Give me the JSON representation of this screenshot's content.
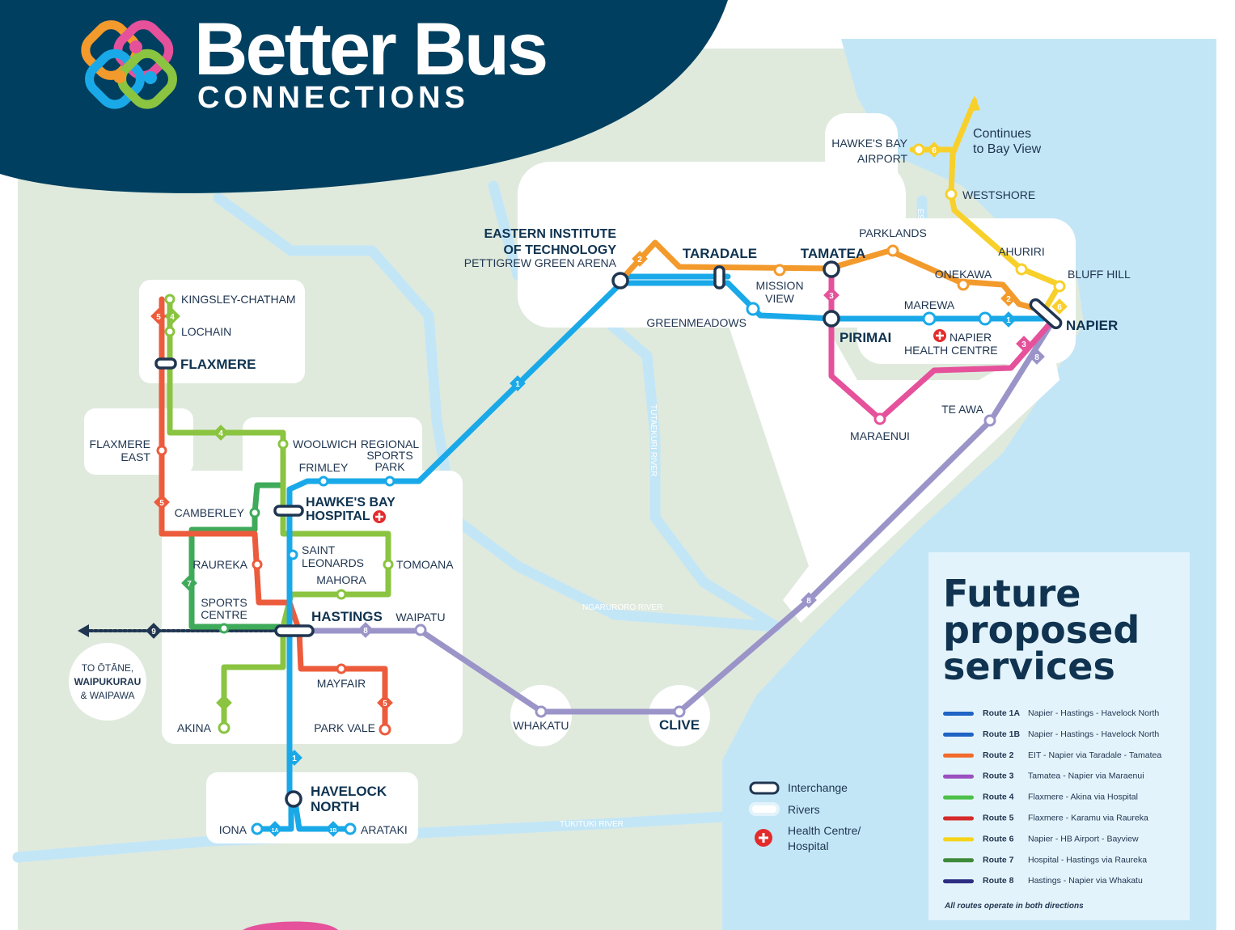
{
  "brand": {
    "title": "Better Bus",
    "subtitle": "CONNECTIONS"
  },
  "rivers": {
    "tutaekuri": "TUTAEKURI RIVER",
    "ngaruroro": "NGARURORO RIVER",
    "tukituki": "TUKITUKI RIVER",
    "estuary": "ESTUARY"
  },
  "stops": {
    "kingsley": "KINGSLEY-CHATHAM",
    "lochain": "LOCHAIN",
    "flaxmere": "FLAXMERE",
    "flaxmere_east_1": "FLAXMERE",
    "flaxmere_east_2": "EAST",
    "woolwich": "WOOLWICH",
    "regional_1": "REGIONAL",
    "regional_2": "SPORTS",
    "regional_3": "PARK",
    "frimley": "FRIMLEY",
    "camberley": "CAMBERLEY",
    "hospital_1": "HAWKE'S BAY",
    "hospital_2": "HOSPITAL",
    "raureka": "RAUREKA",
    "saint_leonards_1": "SAINT",
    "saint_leonards_2": "LEONARDS",
    "tomoana": "TOMOANA",
    "mahora": "MAHORA",
    "sports_centre_1": "SPORTS",
    "sports_centre_2": "CENTRE",
    "hastings": "HASTINGS",
    "waipatu": "WAIPATU",
    "to_otane_1": "TO ŌTĀNE,",
    "to_otane_2": "WAIPUKURAU",
    "to_otane_3": "& WAIPAWA",
    "mayfair": "MAYFAIR",
    "akina": "AKINA",
    "park_vale": "PARK VALE",
    "whakatu": "WHAKATU",
    "clive": "CLIVE",
    "havelock_1": "HAVELOCK",
    "havelock_2": "NORTH",
    "iona": "IONA",
    "arataki": "ARATAKI",
    "eit_1": "EASTERN INSTITUTE",
    "eit_2": "OF TECHNOLOGY",
    "eit_3": "PETTIGREW GREEN ARENA",
    "taradale": "TARADALE",
    "tamatea": "TAMATEA",
    "parklands": "PARKLANDS",
    "mission_1": "MISSION",
    "mission_2": "VIEW",
    "greenmeadows": "GREENMEADOWS",
    "onekawa": "ONEKAWA",
    "marewa": "MAREWA",
    "pirimai": "PIRIMAI",
    "napier_health_1": "NAPIER",
    "napier_health_2": "HEALTH CENTRE",
    "napier": "NAPIER",
    "maraenui": "MARAENUI",
    "te_awa": "TE AWA",
    "ahuriri": "AHURIRI",
    "bluff_hill": "BLUFF HILL",
    "westshore": "WESTSHORE",
    "airport_1": "HAWKE'S BAY",
    "airport_2": "AIRPORT",
    "continues_1": "Continues",
    "continues_2": "to Bay View"
  },
  "badges": {
    "r1": "1",
    "r1a": "1A",
    "r1b": "1B",
    "r2": "2",
    "r3": "3",
    "r4": "4",
    "r5": "5",
    "r6": "6",
    "r7": "7",
    "r8": "8",
    "r9": "9"
  },
  "key": {
    "interchange": "Interchange",
    "rivers": "Rivers",
    "health_1": "Health Centre/",
    "health_2": "Hospital"
  },
  "legend": {
    "title_1": "Future",
    "title_2": "proposed",
    "title_3": "services",
    "routes": [
      {
        "code": "Route 1A",
        "desc": "Napier - Hastings - Havelock North",
        "color": "#1f63c5"
      },
      {
        "code": "Route 1B",
        "desc": "Napier - Hastings - Havelock North",
        "color": "#1f63c5"
      },
      {
        "code": "Route 2",
        "desc": "EIT - Napier via Taradale - Tamatea",
        "color": "#f26a2b"
      },
      {
        "code": "Route 3",
        "desc": "Tamatea - Napier via Maraenui",
        "color": "#9b4fc0"
      },
      {
        "code": "Route 4",
        "desc": "Flaxmere - Akina via Hospital",
        "color": "#4cc04a"
      },
      {
        "code": "Route 5",
        "desc": "Flaxmere - Karamu via Raureka",
        "color": "#d42a2a"
      },
      {
        "code": "Route 6",
        "desc": "Napier - HB Airport - Bayview",
        "color": "#f5d319"
      },
      {
        "code": "Route 7",
        "desc": "Hospital - Hastings via Raureka",
        "color": "#3e8b3a"
      },
      {
        "code": "Route 8",
        "desc": "Hastings - Napier via Whakatu",
        "color": "#2d2e83"
      }
    ],
    "note": "All routes operate in both directions"
  },
  "colors": {
    "navy": "#003f5f",
    "sea": "#c3e6f7",
    "land": "#dde9dd",
    "route1": "#1aa9e8",
    "route2": "#f39a2c",
    "route3": "#e5519b",
    "route4": "#8ac440",
    "route5": "#ec5c3c",
    "route6": "#f8d02c",
    "route7": "#3eaa5a",
    "route8": "#9a94c8"
  }
}
